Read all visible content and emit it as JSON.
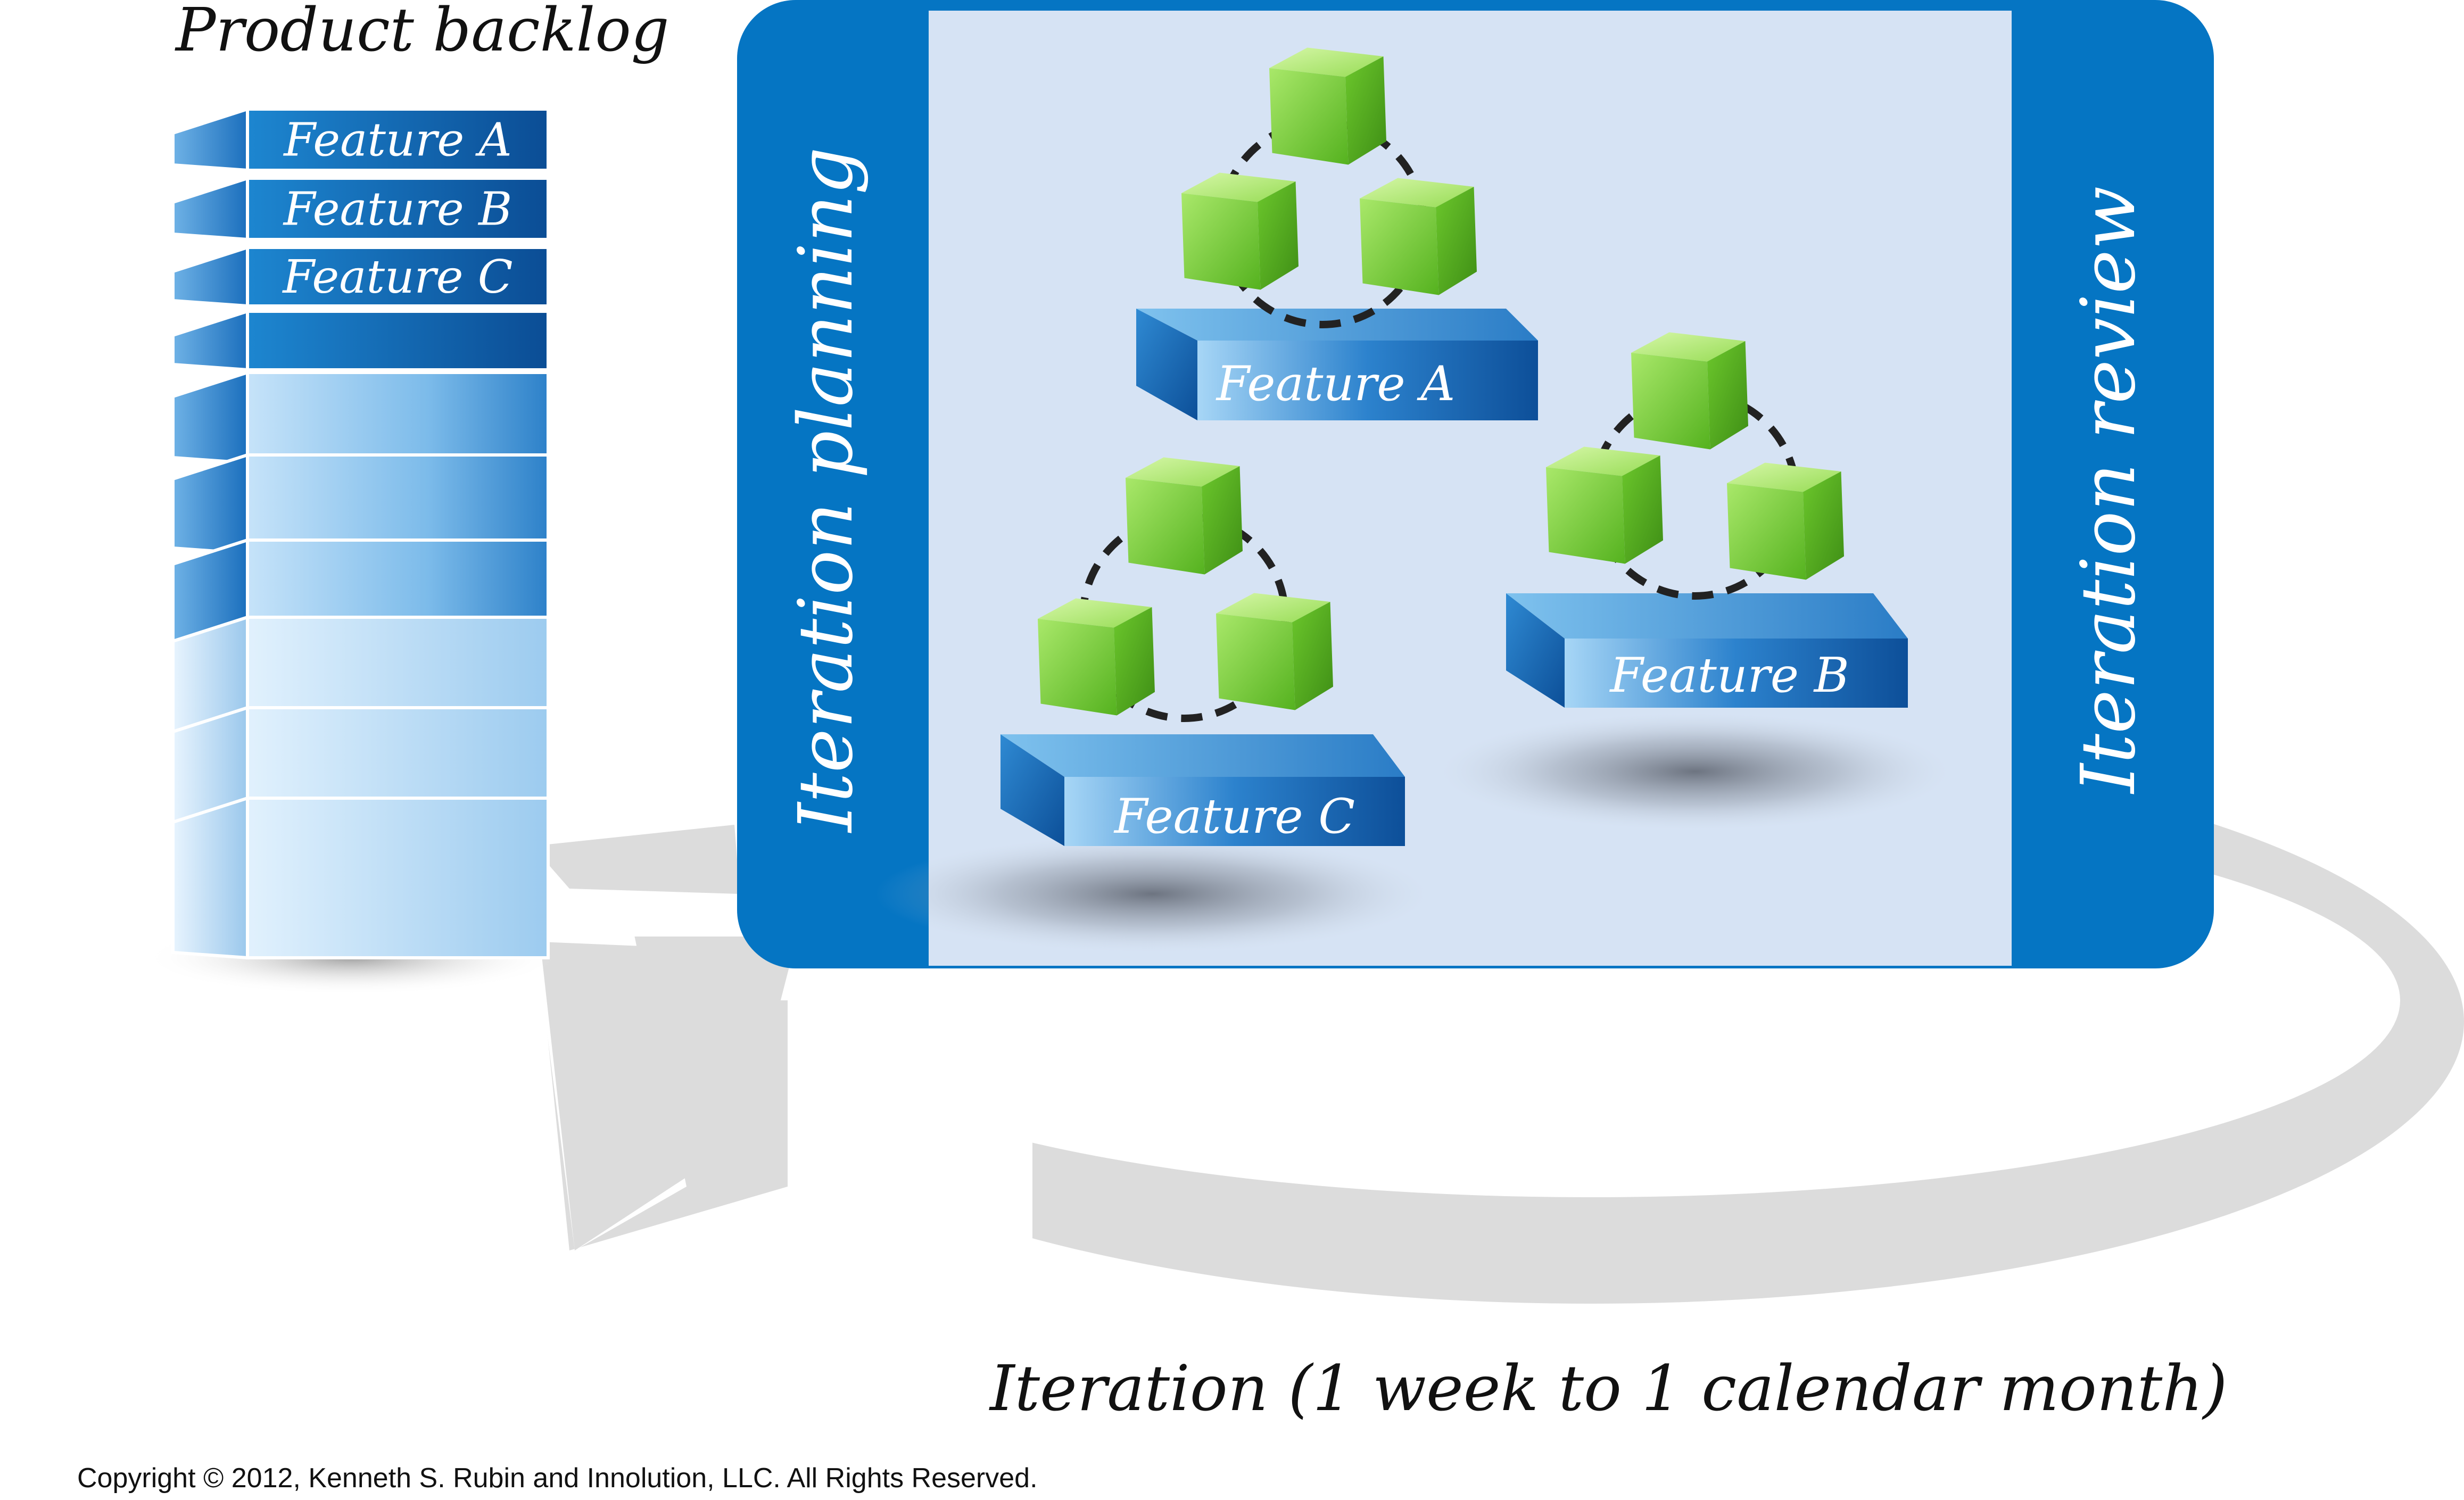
{
  "backlog": {
    "title": "Product backlog",
    "items": [
      "Feature A",
      "Feature B",
      "Feature C"
    ]
  },
  "iteration_box": {
    "left_bar_label": "Iteration planning",
    "right_bar_label": "Iteration review",
    "features": [
      {
        "label": "Feature A",
        "icon": "green-cube-icon"
      },
      {
        "label": "Feature B",
        "icon": "green-cube-icon"
      },
      {
        "label": "Feature C",
        "icon": "green-cube-icon"
      }
    ]
  },
  "cycle": {
    "caption": "Iteration (1 week to 1 calendar month)"
  },
  "footer": {
    "copyright": "Copyright © 2012, Kenneth S. Rubin and Innolution, LLC. All Rights Reserved."
  },
  "colors": {
    "brand_blue": "#0575c3",
    "panel_bg": "#d6e3f4",
    "cube_green": "#7fd53a",
    "arrow_gray": "#dcdcdc",
    "text_dark": "#111111"
  }
}
